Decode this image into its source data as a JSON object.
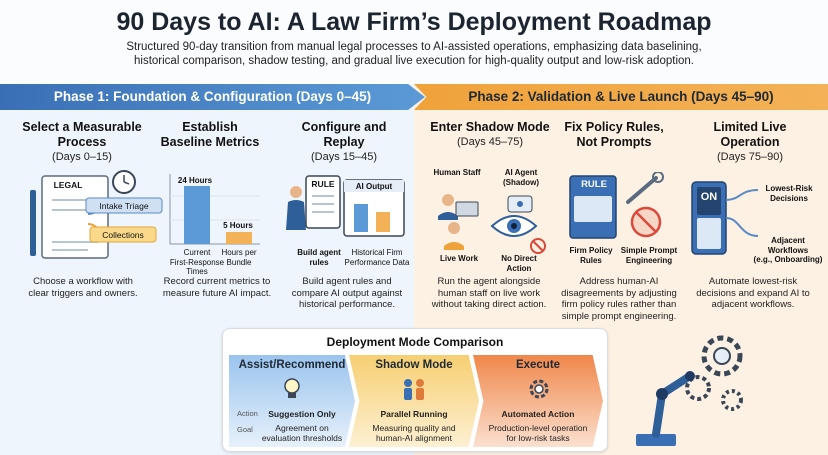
{
  "header": {
    "title": "90 Days to AI: A Law Firm’s Deployment Roadmap",
    "subtitle_line1": "Structured 90-day transition from manual legal processes to AI-assisted operations, emphasizing data baselining,",
    "subtitle_line2": "historical comparison, shadow testing, and gradual live execution for high-quality output and low-risk adoption."
  },
  "phases": [
    {
      "label": "Phase 1: Foundation & Configuration (Days 0–45)",
      "color": "#4a85c8"
    },
    {
      "label": "Phase 2: Validation & Live Launch (Days 45–90)",
      "color": "#f2a646"
    }
  ],
  "steps": [
    {
      "title_line1": "Select a Measurable",
      "title_line2": "Process",
      "days": "(Days 0–15)",
      "desc_line1": "Choose a workflow with",
      "desc_line2": "clear triggers and owners.",
      "doc_label": "LEGAL",
      "tag1": "Intake Triage",
      "tag2": "Collections"
    },
    {
      "title_line1": "Establish",
      "title_line2": "Baseline Metrics",
      "days": "",
      "desc_line1": "Record current metrics to",
      "desc_line2": "measure future AI impact.",
      "bar1_value": "24 Hours",
      "bar2_value": "5 Hours",
      "bar1_label_line1": "Current",
      "bar1_label_line2": "First-Response",
      "bar1_label_line3": "Times",
      "bar2_label_line1": "Hours per",
      "bar2_label_line2": "Bundle"
    },
    {
      "title_line1": "Configure and",
      "title_line2": "Replay",
      "days": "(Days 15–45)",
      "desc_line1": "Build agent rules and",
      "desc_line2": "compare AI output against",
      "desc_line3": "historical performance.",
      "rule_label": "RULE",
      "ai_output_label": "AI Output",
      "caption1_line1": "Build agent",
      "caption1_line2": "rules",
      "caption2_line1": "Historical Firm",
      "caption2_line2": "Performance Data"
    },
    {
      "title_line1": "Enter Shadow Mode",
      "title_line2": "",
      "days": "(Days 45–75)",
      "desc_line1": "Run the agent alongside",
      "desc_line2": "human staff on live work",
      "desc_line3": "without taking direct action.",
      "human_staff": "Human Staff",
      "ai_agent_line1": "AI Agent",
      "ai_agent_line2": "(Shadow)",
      "live_work": "Live Work",
      "no_direct_line1": "No Direct",
      "no_direct_line2": "Action"
    },
    {
      "title_line1": "Fix Policy Rules,",
      "title_line2": "Not Prompts",
      "days": "",
      "desc_line1": "Address human-AI",
      "desc_line2": "disagreements by adjusting",
      "desc_line3": "firm policy rules rather than",
      "desc_line4": "simple prompt engineering.",
      "rule_label": "RULE",
      "caption1_line1": "Firm Policy",
      "caption1_line2": "Rules",
      "caption2_line1": "Simple Prompt",
      "caption2_line2": "Engineering"
    },
    {
      "title_line1": "Limited Live",
      "title_line2": "Operation",
      "days": "(Days 75–90)",
      "desc_line1": "Automate lowest-risk",
      "desc_line2": "decisions and expand AI to",
      "desc_line3": "adjacent workflows.",
      "switch_label": "ON",
      "callout1_line1": "Lowest-Risk",
      "callout1_line2": "Decisions",
      "callout2_line1": "Adjacent",
      "callout2_line2": "Workflows",
      "callout2_line3": "(e.g., Onboarding)"
    }
  ],
  "comparison": {
    "title": "Deployment Mode Comparison",
    "row_keys": {
      "action": "Action",
      "goal": "Goal"
    },
    "modes": [
      {
        "name": "Assist/Recommend",
        "action": "Suggestion Only",
        "goal_line1": "Agreement on",
        "goal_line2": "evaluation thresholds",
        "color": "#7fb2e5",
        "icon": "lightbulb-icon"
      },
      {
        "name": "Shadow Mode",
        "action": "Parallel Running",
        "goal_line1": "Measuring quality and",
        "goal_line2": "human-AI alignment",
        "color": "#f4c45f",
        "icon": "people-icon"
      },
      {
        "name": "Execute",
        "action": "Automated Action",
        "goal_line1": "Production-level operation",
        "goal_line2": "for low-risk tasks",
        "color": "#f0874a",
        "icon": "gear-icon"
      }
    ]
  }
}
